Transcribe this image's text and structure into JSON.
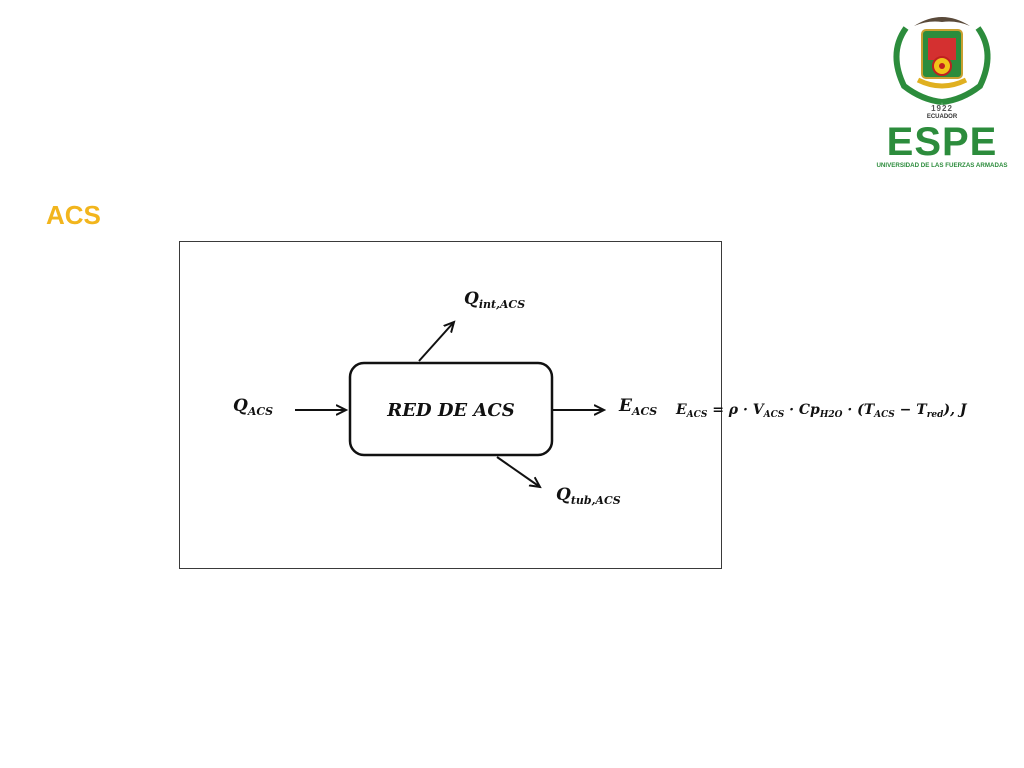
{
  "slide": {
    "title": "ACS"
  },
  "logo": {
    "year": "1922",
    "country": "ECUADOR",
    "wordmark": "ESPE",
    "university": "UNIVERSIDAD DE LAS FUERZAS ARMADAS"
  },
  "diagram": {
    "box_label": "RED DE ACS",
    "inputs": [
      {
        "symbol": "Q",
        "subscript": "ACS"
      }
    ],
    "outputs": {
      "top": {
        "symbol": "Q",
        "subscript": "int,ACS"
      },
      "right": {
        "symbol": "E",
        "subscript": "ACS"
      },
      "bottom": {
        "symbol": "Q",
        "subscript": "tub,ACS"
      }
    }
  },
  "equation": {
    "lhs_symbol": "E",
    "lhs_sub": "ACS",
    "eq": " = ρ · ",
    "v_symbol": "V",
    "v_sub": "ACS",
    "dot1": " · ",
    "cp_symbol": "Cp",
    "cp_sub": "H2O",
    "dot2": " · (",
    "t1_symbol": "T",
    "t1_sub": "ACS",
    "minus": " − ",
    "t2_symbol": "T",
    "t2_sub": "red",
    "tail": "), J"
  },
  "colors": {
    "title": "#f2b51d",
    "logo_green": "#2c8c3c",
    "line": "#111111"
  }
}
